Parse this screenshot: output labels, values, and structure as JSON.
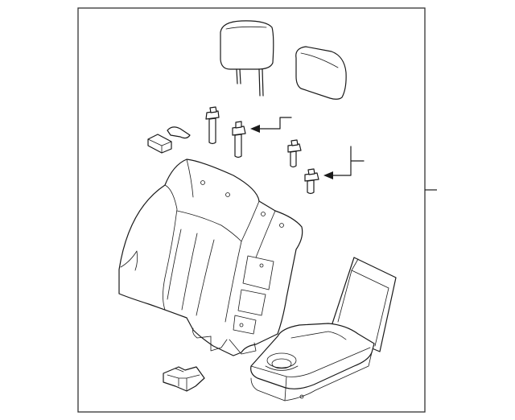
{
  "diagram": {
    "parts": [
      {
        "name": "headrest-left"
      },
      {
        "name": "headrest-right"
      },
      {
        "name": "headrest-guide"
      },
      {
        "name": "headrest-guide-lock"
      },
      {
        "name": "seat-back-assembly"
      },
      {
        "name": "armrest-assembly"
      },
      {
        "name": "hinge-bracket"
      }
    ],
    "callouts": 3,
    "colors": {
      "line": "#1a1a1a",
      "background": "#ffffff",
      "frame": "#333333"
    }
  }
}
